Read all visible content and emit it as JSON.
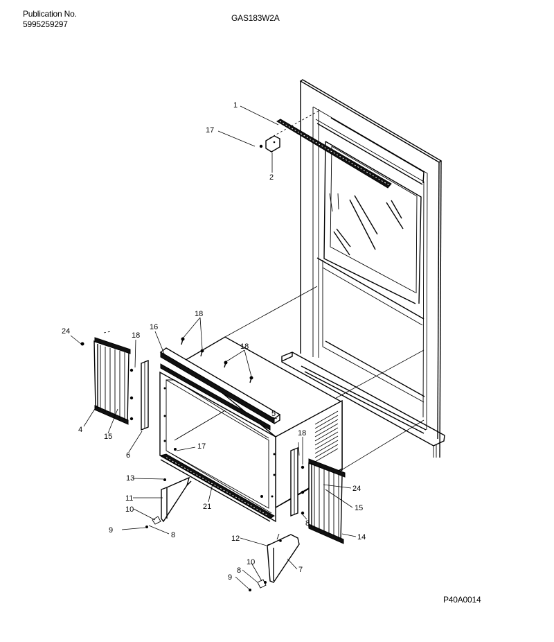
{
  "header": {
    "publication_label": "Publication No.",
    "publication_number": "5995259297",
    "model": "GAS183W2A"
  },
  "figure_code": "P40A0014",
  "callouts": [
    "1",
    "17",
    "2",
    "16",
    "18",
    "18",
    "24",
    "18",
    "5",
    "4",
    "15",
    "6",
    "17",
    "18",
    "13",
    "11",
    "21",
    "10",
    "9",
    "8",
    "8",
    "24",
    "15",
    "14",
    "12",
    "10",
    "8",
    "9",
    "7"
  ]
}
